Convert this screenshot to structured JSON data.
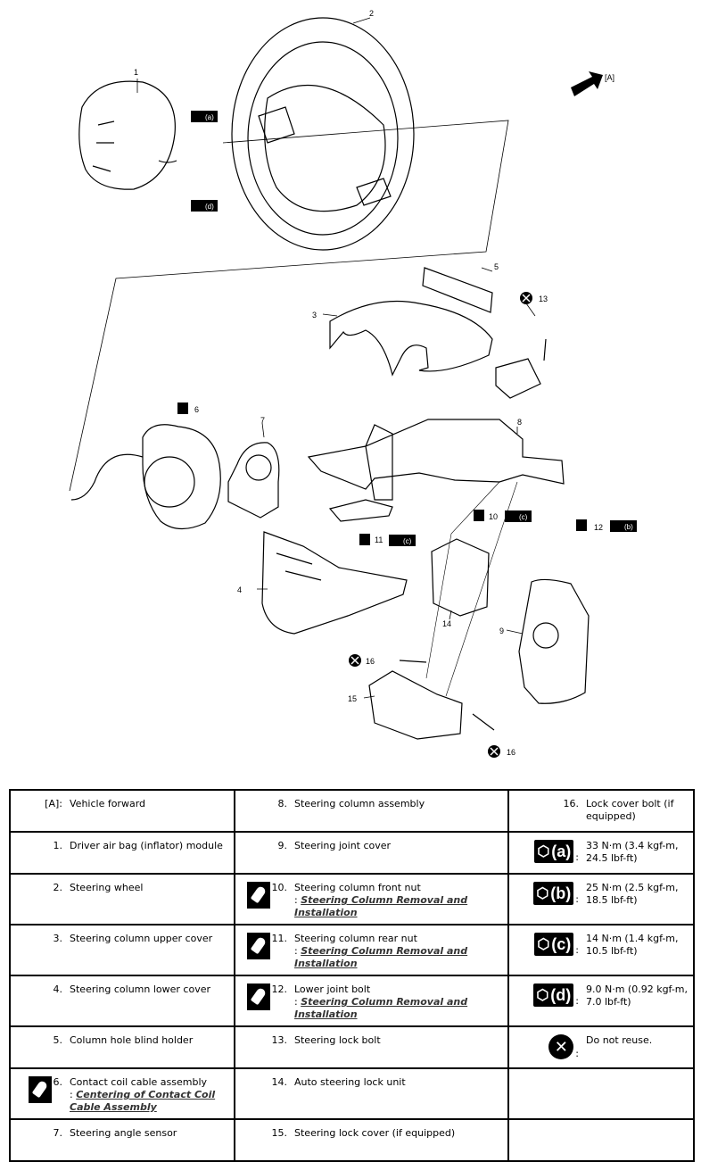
{
  "diagram": {
    "callouts": {
      "c1": "1",
      "c2": "2",
      "c3": "3",
      "c4": "4",
      "c5": "5",
      "c6": "6",
      "c7": "7",
      "c8": "8",
      "c9": "9",
      "c10": "10",
      "c11": "11",
      "c12": "12",
      "c13": "13",
      "c14": "14",
      "c15": "15",
      "c16a": "16",
      "c16b": "16",
      "ca": "[A]"
    },
    "torque_tags": {
      "a": "(a)",
      "b": "(b)",
      "c1": "(c)",
      "c2": "(c)",
      "d": "(d)"
    },
    "icons": {
      "torque": "wrench-torque-icon",
      "grease": "grease-icon",
      "no_reuse": "do-not-reuse-icon",
      "forward": "forward-arrow-icon"
    }
  },
  "legend": {
    "rows": [
      [
        {
          "marker": "[A]:",
          "text": "Vehicle forward"
        },
        {
          "marker": "8.",
          "text": "Steering column assembly"
        },
        {
          "marker": "16.",
          "text": "Lock cover bolt (if equipped)"
        }
      ],
      [
        {
          "marker": "1.",
          "text": "Driver air bag (inflator) module"
        },
        {
          "marker": "9.",
          "text": "Steering joint cover"
        },
        {
          "badge": "(a)",
          "text": "33 N·m (3.4 kgf-m, 24.5 lbf-ft)"
        }
      ],
      [
        {
          "marker": "2.",
          "text": "Steering wheel"
        },
        {
          "marker": "10.",
          "grease": true,
          "text": "Steering column front nut",
          "link": "Steering Column Removal and Installation"
        },
        {
          "badge": "(b)",
          "text": "25 N·m (2.5 kgf-m, 18.5 lbf-ft)"
        }
      ],
      [
        {
          "marker": "3.",
          "text": "Steering column upper cover"
        },
        {
          "marker": "11.",
          "grease": true,
          "text": "Steering column rear nut",
          "link": "Steering Column Removal and Installation"
        },
        {
          "badge": "(c)",
          "text": "14 N·m (1.4 kgf-m, 10.5 lbf-ft)"
        }
      ],
      [
        {
          "marker": "4.",
          "text": "Steering column lower cover"
        },
        {
          "marker": "12.",
          "grease": true,
          "text": "Lower joint bolt",
          "link": "Steering Column Removal and Installation"
        },
        {
          "badge": "(d)",
          "text": "9.0 N·m (0.92 kgf-m, 7.0 lbf-ft)"
        }
      ],
      [
        {
          "marker": "5.",
          "text": "Column hole blind holder"
        },
        {
          "marker": "13.",
          "text": "Steering lock bolt"
        },
        {
          "noreuse": true,
          "text": "Do not reuse."
        }
      ],
      [
        {
          "marker": "6.",
          "grease": true,
          "text": "Contact coil cable assembly",
          "link": "Centering of Contact Coil Cable Assembly"
        },
        {
          "marker": "14.",
          "text": "Auto steering lock unit"
        },
        {
          "text": ""
        }
      ],
      [
        {
          "marker": "7.",
          "text": "Steering angle sensor"
        },
        {
          "marker": "15.",
          "text": "Steering lock cover (if equipped)"
        },
        {
          "text": ""
        }
      ]
    ]
  }
}
